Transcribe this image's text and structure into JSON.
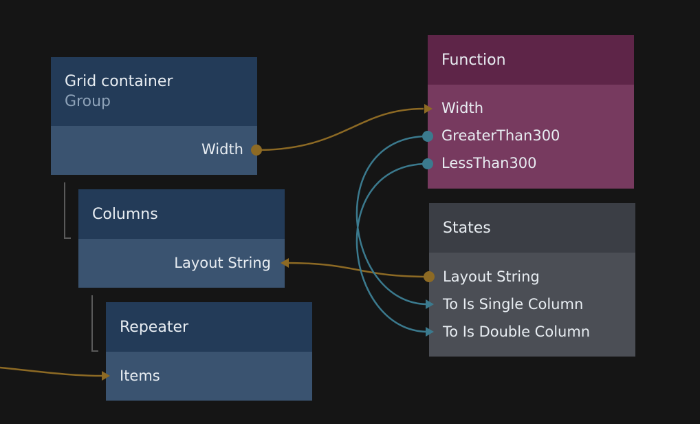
{
  "colors": {
    "background": "#151515",
    "wire_orange": "#8d6a24",
    "wire_teal": "#3b7a8e",
    "port_orange": "#8d6a24",
    "port_teal": "#3b7a8e"
  },
  "nodes": {
    "grid_container": {
      "title": "Grid container",
      "subtitle": "Group",
      "ports": {
        "width": "Width"
      }
    },
    "columns": {
      "title": "Columns",
      "ports": {
        "layout_string": "Layout String"
      }
    },
    "repeater": {
      "title": "Repeater",
      "ports": {
        "items": "Items"
      }
    },
    "function": {
      "title": "Function",
      "ports": {
        "width": "Width",
        "greater_than_300": "GreaterThan300",
        "less_than_300": "LessThan300"
      }
    },
    "states": {
      "title": "States",
      "ports": {
        "layout_string": "Layout String",
        "to_is_single_column": "To Is Single Column",
        "to_is_double_column": "To Is Double Column"
      }
    }
  }
}
